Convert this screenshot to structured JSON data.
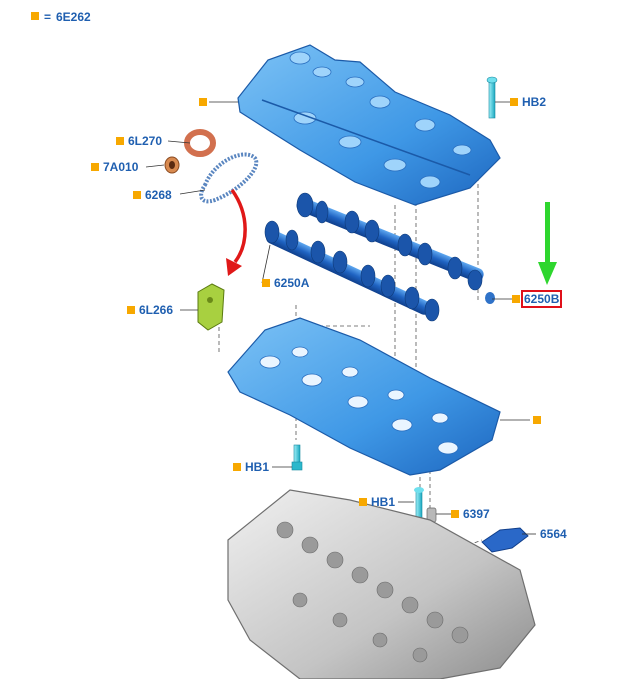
{
  "legend": {
    "marker_color": "#f7a800",
    "equals": "=",
    "code": "6E262"
  },
  "labels": {
    "hb2": "HB2",
    "p6l270": "6L270",
    "p7a010": "7A010",
    "p6268": "6268",
    "p6250a": "6250A",
    "p6250b": "6250B",
    "p6l266": "6L266",
    "hb1_left": "HB1",
    "hb1_center": "HB1",
    "p6397": "6397",
    "p6564": "6564"
  },
  "colors": {
    "label_text": "#1f5fb0",
    "marker": "#f7a800",
    "part_blue": "#4da3ec",
    "part_blue_dark": "#1e6fc4",
    "bolt_cyan": "#3fd0e0",
    "head_gray": "#c9c9c9",
    "highlight_box": "#e0101a",
    "pointer_arrow": "#2ed62e",
    "chain_arrow": "#e01818",
    "seal": "#e08060",
    "tensioner": "#a8d040"
  },
  "highlighted_part": "6250B"
}
